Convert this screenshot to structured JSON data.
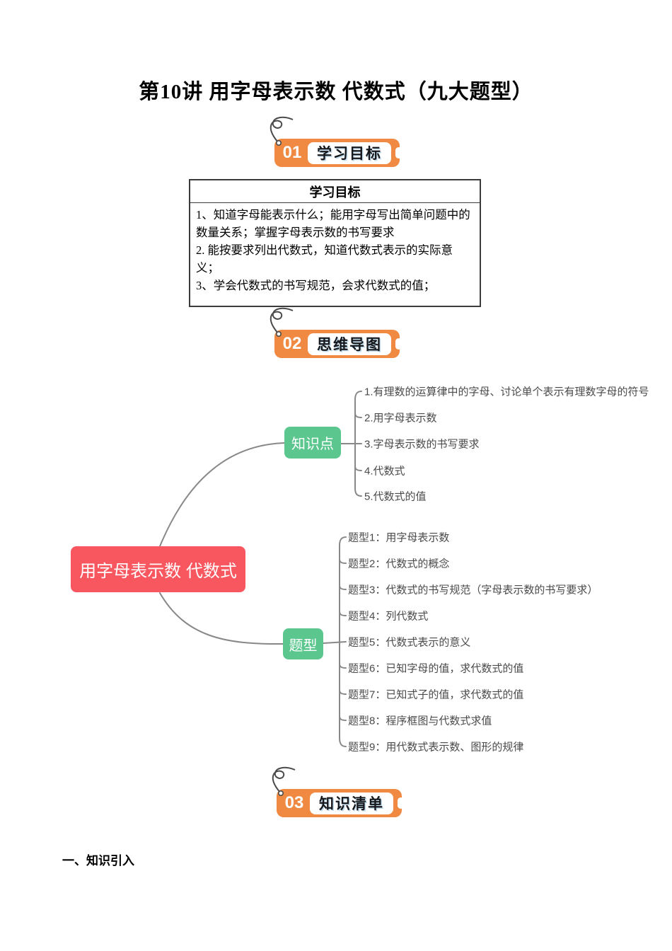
{
  "page": {
    "title": "第10讲 用字母表示数 代数式（九大题型）",
    "footer_heading": "一、知识引入"
  },
  "sections": [
    {
      "number": "01",
      "label": "学习目标"
    },
    {
      "number": "02",
      "label": "思维导图"
    },
    {
      "number": "03",
      "label": "知识清单"
    }
  ],
  "objectives_table": {
    "header": "学习目标",
    "items": [
      "1、知道字母能表示什么；能用字母写出简单问题中的数量关系；掌握字母表示数的书写要求",
      "2. 能按要求列出代数式，知道代数式表示的实际意义；",
      "3、学会代数式的书写规范，会求代数式的值；"
    ]
  },
  "mindmap": {
    "root": "用字母表示数 代数式",
    "branches": [
      {
        "label": "知识点",
        "items": [
          "1.有理数的运算律中的字母、讨论单个表示有理数字母的符号",
          "2.用字母表示数",
          "3.字母表示数的书写要求",
          "4.代数式",
          "5.代数式的值"
        ]
      },
      {
        "label": "题型",
        "items": [
          "题型1：用字母表示数",
          "题型2：代数式的概念",
          "题型3：代数式的书写规范（字母表示数的书写要求）",
          "题型4：列代数式",
          "题型5：代数式表示的意义",
          "题型6：已知字母的值，求代数式的值",
          "题型7：已知式子的值，求代数式的值",
          "题型8：程序框图与代数式求值",
          "题型9：用代数式表示数、图形的规律"
        ]
      }
    ]
  },
  "colors": {
    "badge_orange": "#F08A43",
    "root_red": "#F8575F",
    "branch_green": "#5BC78E",
    "line_gray": "#888888"
  }
}
